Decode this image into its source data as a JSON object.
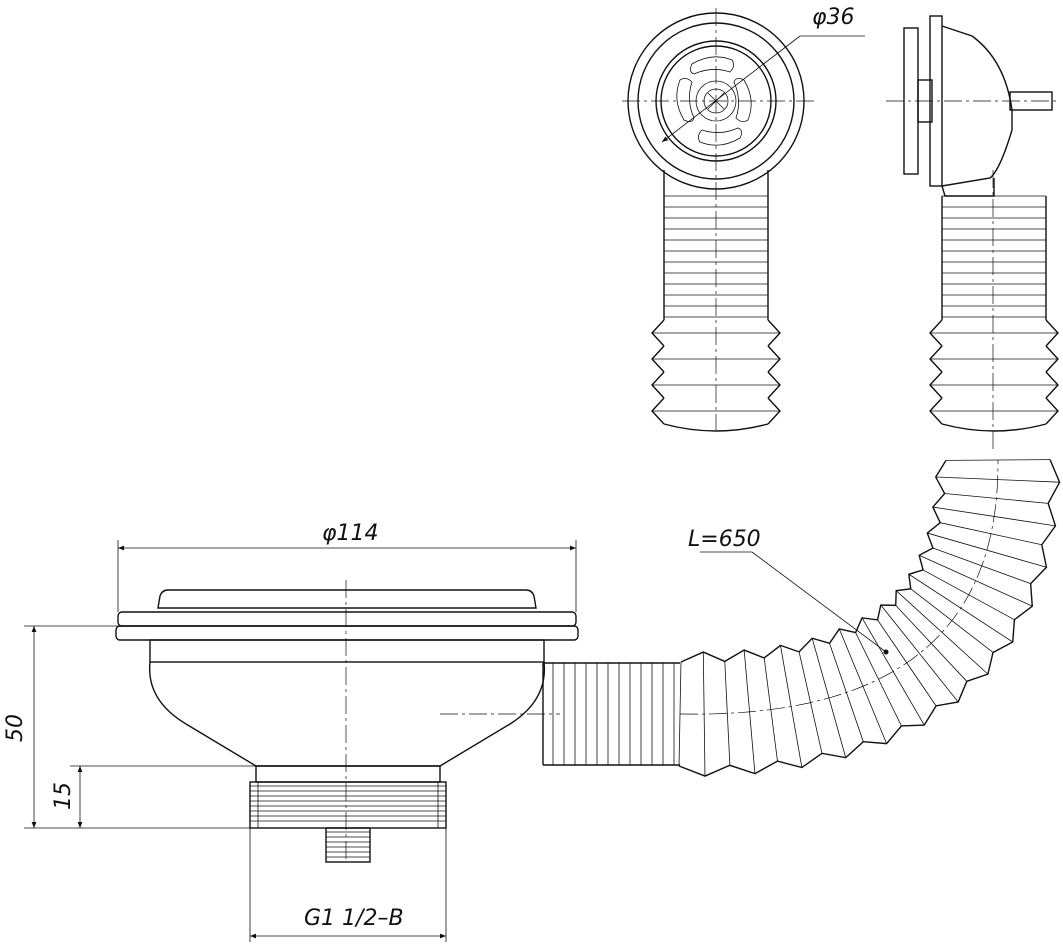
{
  "dimensions": {
    "outlet_diameter": "φ36",
    "strainer_diameter": "φ114",
    "hose_length": "L=650",
    "height_total": "50",
    "height_thread": "15",
    "thread_size": "G1 1/2–B"
  },
  "colors": {
    "line": "#111111",
    "background": "#ffffff"
  }
}
